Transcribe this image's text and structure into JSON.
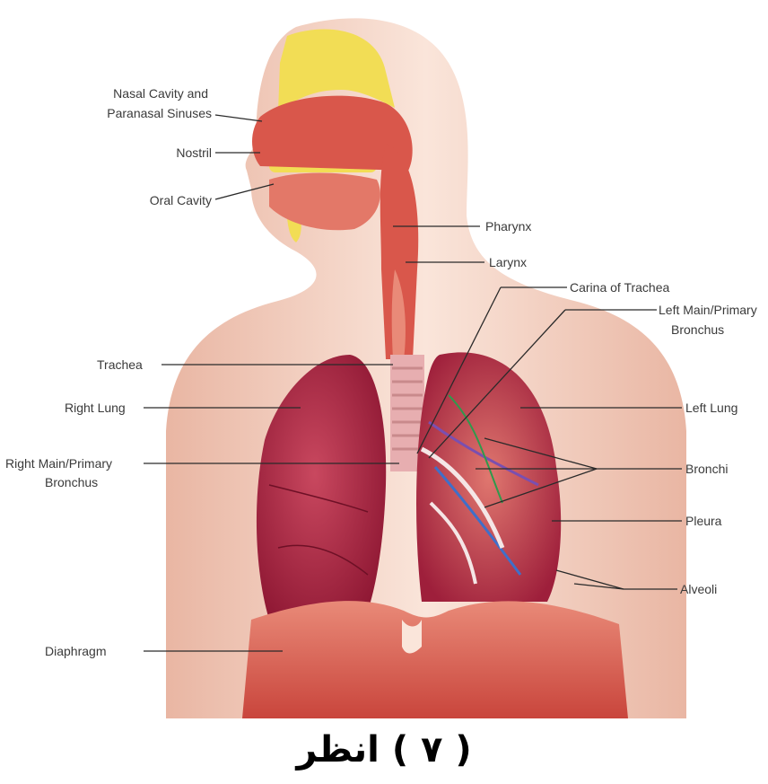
{
  "labels": {
    "nasal_cavity_line1": "Nasal Cavity and",
    "nasal_cavity_line2": "Paranasal Sinuses",
    "nostril": "Nostril",
    "oral_cavity": "Oral Cavity",
    "pharynx": "Pharynx",
    "larynx": "Larynx",
    "carina": "Carina of Trachea",
    "left_bronchus_line1": "Left Main/Primary",
    "left_bronchus_line2": "Bronchus",
    "trachea": "Trachea",
    "right_lung": "Right Lung",
    "left_lung": "Left Lung",
    "right_bronchus_line1": "Right Main/Primary",
    "right_bronchus_line2": "Bronchus",
    "bronchi": "Bronchi",
    "pleura": "Pleura",
    "alveoli": "Alveoli",
    "diaphragm": "Diaphragm"
  },
  "caption": "( ٧ ) انظر",
  "colors": {
    "skin": "#f6d7c8",
    "skin_shadow": "#eab9a6",
    "lung": "#a8203e",
    "lung_light": "#c9485f",
    "muscle": "#d9574b",
    "sinus": "#f2dd55",
    "trachea": "#e7aeb0"
  }
}
